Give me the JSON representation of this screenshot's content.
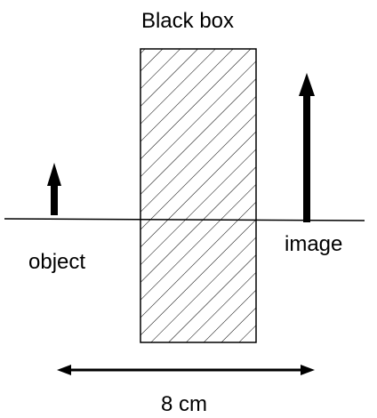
{
  "diagram": {
    "title": "Black box",
    "object_label": "object",
    "image_label": "image",
    "width_label": "8 cm"
  }
}
